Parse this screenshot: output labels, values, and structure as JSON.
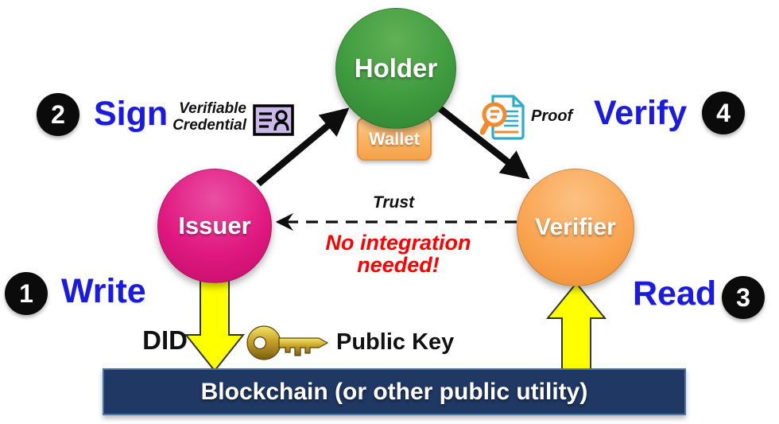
{
  "actors": {
    "holder": {
      "label": "Holder",
      "color": "#3F9B3F"
    },
    "wallet": {
      "label": "Wallet",
      "color": "#F9B261"
    },
    "issuer": {
      "label": "Issuer",
      "color": "#E0187F"
    },
    "verifier": {
      "label": "Verifier",
      "color": "#F9A24D"
    }
  },
  "steps": {
    "write": {
      "number": "1",
      "label": "Write"
    },
    "sign": {
      "number": "2",
      "label": "Sign"
    },
    "read": {
      "number": "3",
      "label": "Read"
    },
    "verify": {
      "number": "4",
      "label": "Verify"
    }
  },
  "annotations": {
    "verifiable_credential_line1": "Verifiable",
    "verifiable_credential_line2": "Credential",
    "proof": "Proof",
    "trust": "Trust",
    "no_integration": "No integration needed!",
    "did": "DID",
    "public_key": "Public Key"
  },
  "blockchain": {
    "label": "Blockchain (or other public utility)",
    "color": "#1F3864"
  },
  "icons": {
    "credential": "id-card-icon",
    "proof": "magnifier-document-icon",
    "key": "gold-key-icon"
  },
  "colors": {
    "step_label_blue": "#1B1BE0",
    "warning_red": "#FF0000",
    "arrow_black": "#0D0D0D",
    "arrow_yellow": "#FFFF00",
    "bar_navy": "#1F3864",
    "card_lavender": "#C9B8E8",
    "proof_teal": "#2BACCB",
    "proof_orange": "#F28A2E"
  }
}
